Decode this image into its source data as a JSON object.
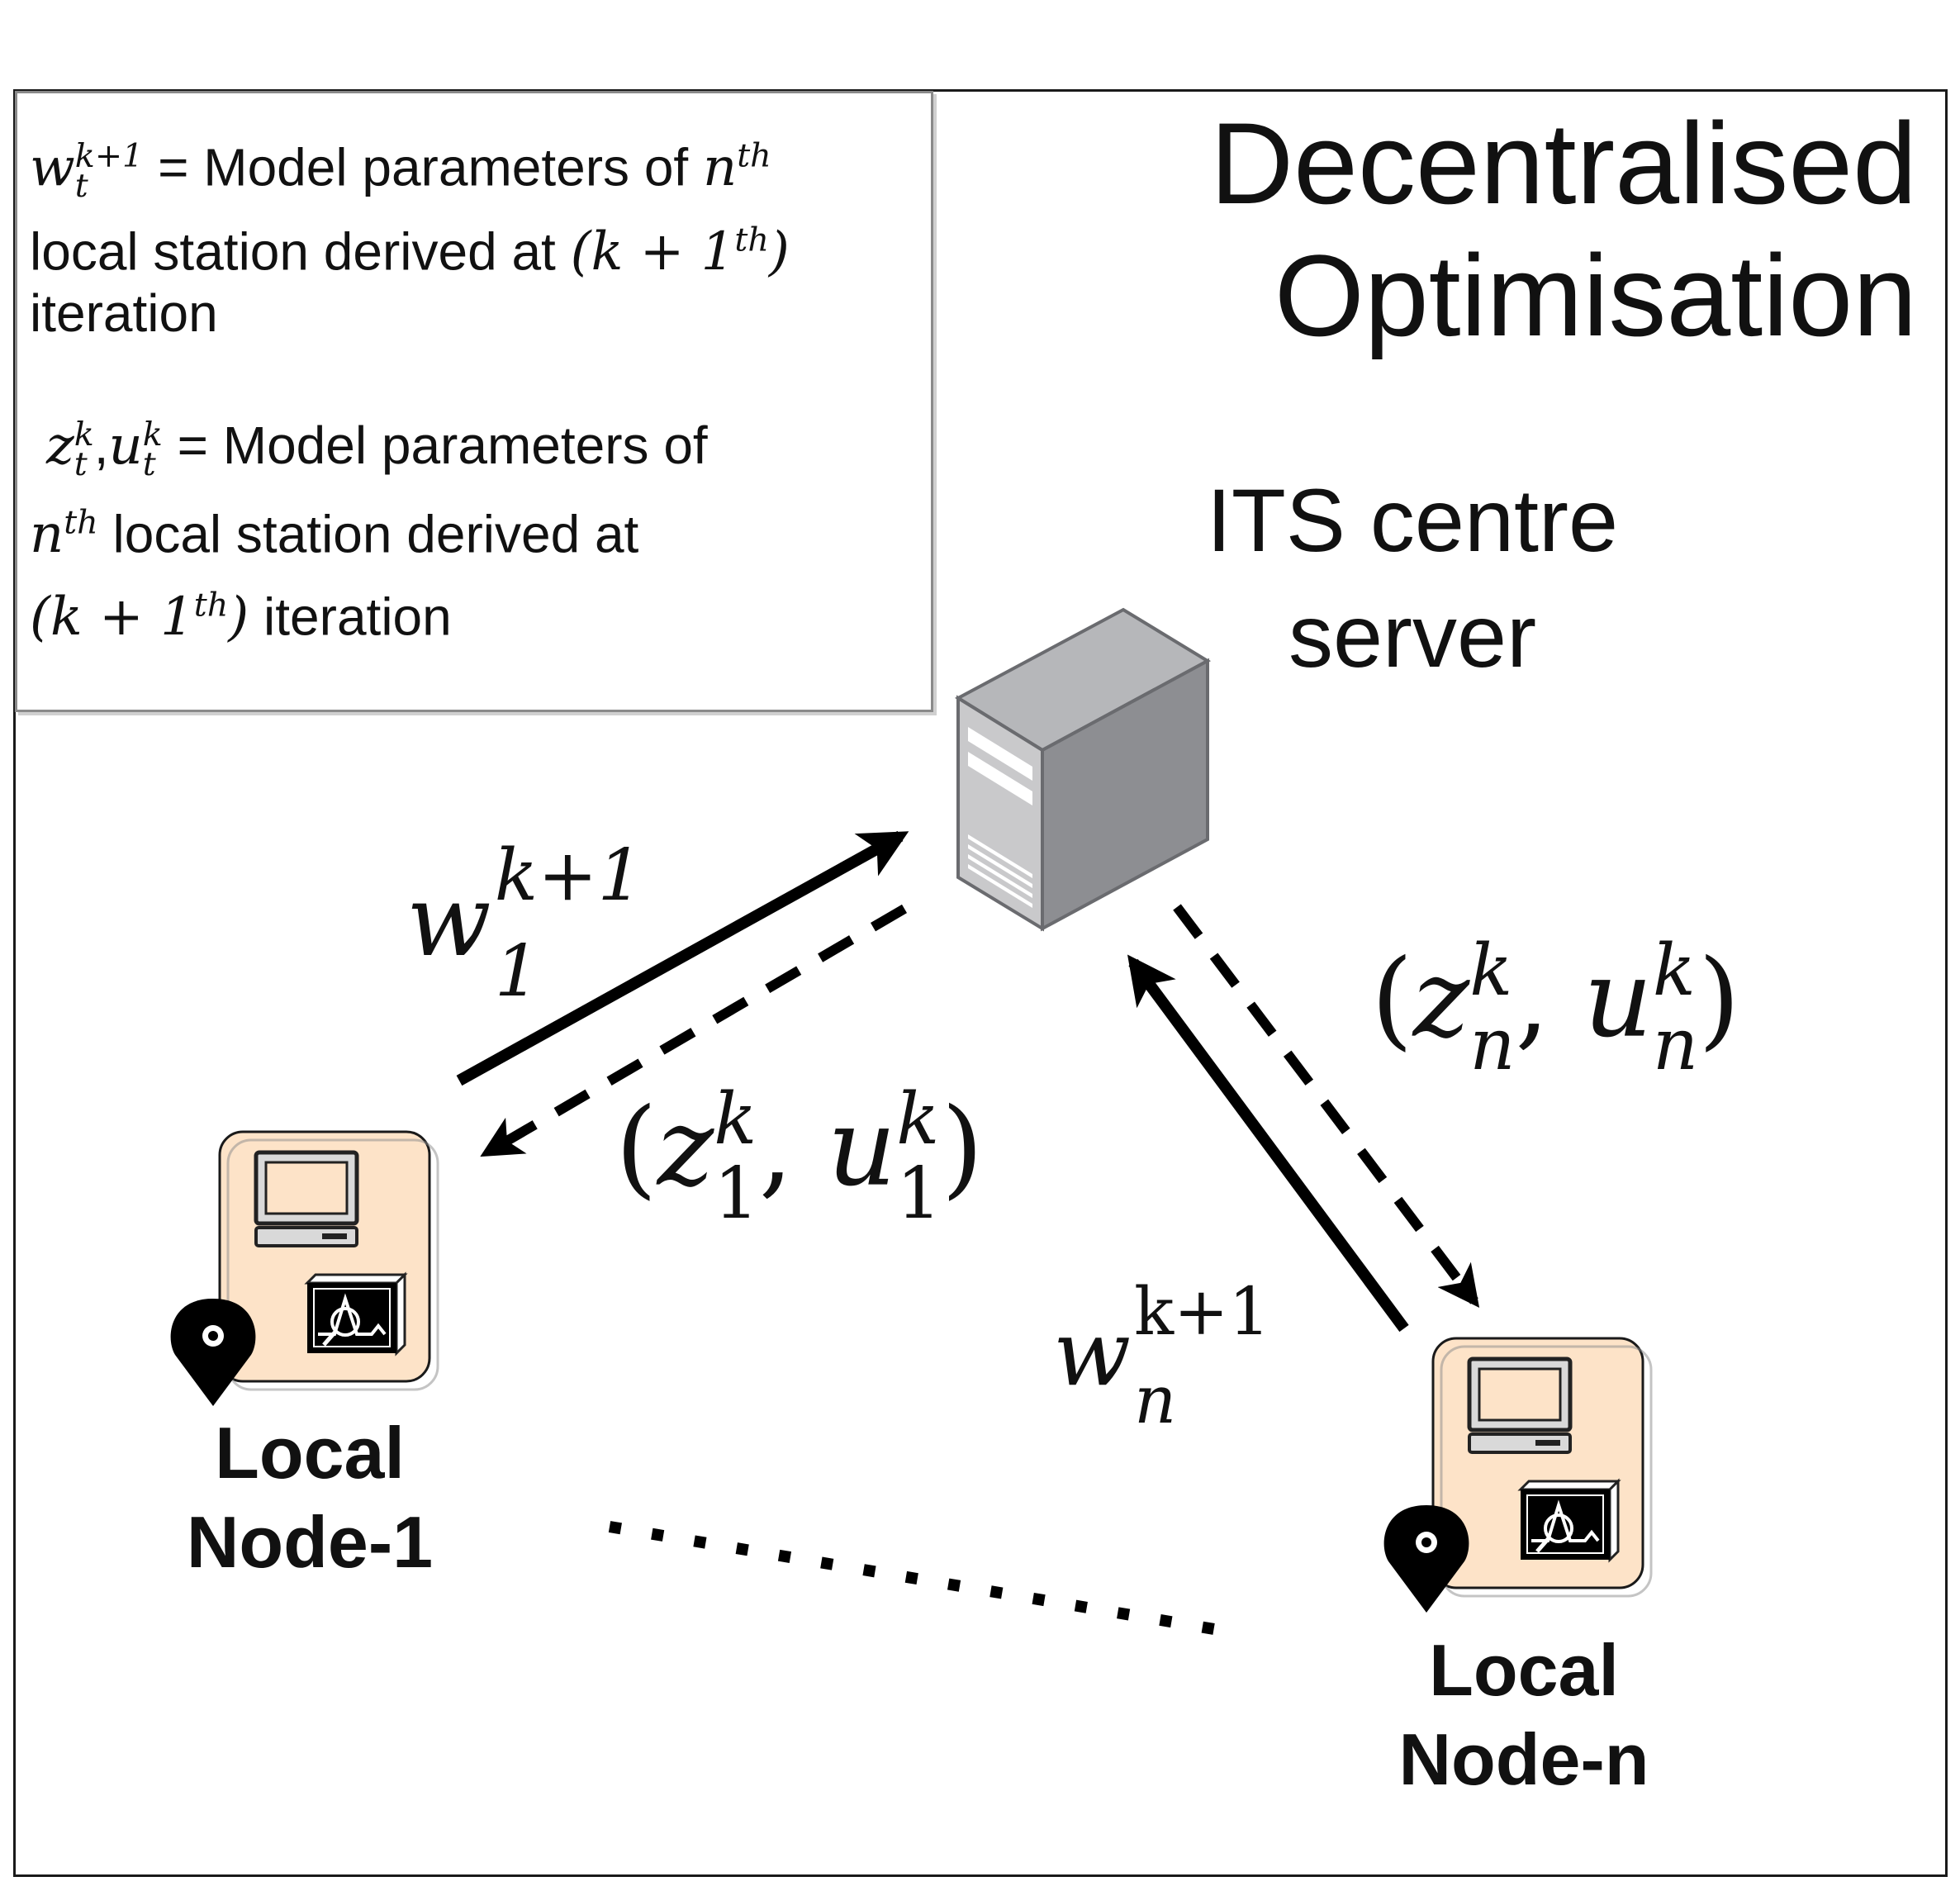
{
  "title": {
    "line1": "Decentralised",
    "line2": "Optimisation"
  },
  "legend": {
    "item1": {
      "symbol_base": "w",
      "symbol_sup": "k+1",
      "symbol_sub": "t",
      "text_a": " = Model parameters of ",
      "nth_base": "n",
      "nth_sup": "th",
      "line2_a": "local station derived at ",
      "iter_expr": "(k + 1",
      "iter_sup": "th",
      "iter_close": ")",
      "line3": "iteration"
    },
    "item2": {
      "symbol_a_base": "z",
      "symbol_a_sup": "k",
      "symbol_a_sub": "t",
      "comma": ",",
      "symbol_b_base": "u",
      "symbol_b_sup": "k",
      "symbol_b_sub": "t",
      "text_a": " = Model parameters of",
      "nth_base": "n",
      "nth_sup": "th",
      "line2_a": " local station derived at",
      "iter_expr": "(k + 1",
      "iter_sup": "th",
      "iter_close": ")",
      "line3_a": " iteration"
    }
  },
  "server": {
    "label_line1": "ITS centre",
    "label_line2": "server"
  },
  "nodes": [
    {
      "label_line1": "Local",
      "label_line2": "Node-1"
    },
    {
      "label_line1": "Local",
      "label_line2": "Node-n"
    }
  ],
  "edges": {
    "w1": {
      "base": "w",
      "sup": "k+1",
      "sub": "1"
    },
    "z1u1": {
      "open": "(",
      "z": "z",
      "zsup": "k",
      "zsub": "1",
      "sep": ", ",
      "u": "u",
      "usup": "k",
      "usub": "1",
      "close": ")"
    },
    "znun": {
      "open": "(",
      "z": "z",
      "zsup": "k",
      "zsub": "n",
      "sep": ", ",
      "u": "u",
      "usup": "k",
      "usub": "n",
      "close": ")"
    },
    "wn": {
      "base": "w",
      "sup": "k+1",
      "sub": "n"
    }
  },
  "colors": {
    "node_fill": "#fde3c8",
    "node_border": "#1a1a1a",
    "server_front": "#c9c9cb",
    "server_side": "#8d8e92",
    "server_top": "#b6b7ba",
    "arrow": "#000000"
  }
}
